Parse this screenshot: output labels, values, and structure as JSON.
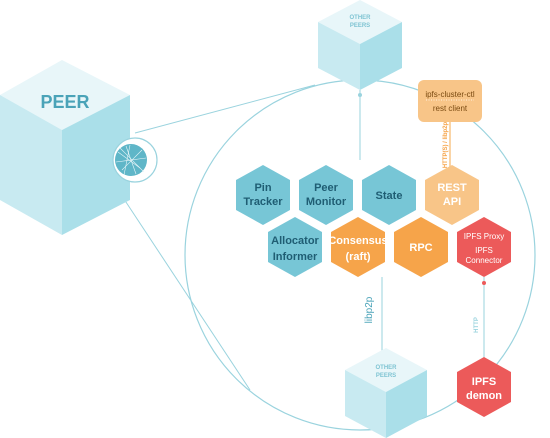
{
  "colors": {
    "blue": "#77c6d6",
    "blue_text": "#1f5d73",
    "orange": "#f6a44a",
    "orange_light": "#f8c588",
    "red": "#ec5a5a",
    "line": "#9ad3de",
    "cube_top": "#e8f6f9",
    "cube_left": "#c8eaf1",
    "cube_right": "#aadfe9"
  },
  "peer_cube": {
    "label": "PEER"
  },
  "other_peers_top": {
    "line1": "OTHER",
    "line2": "PEERS"
  },
  "other_peers_bottom": {
    "line1": "OTHER",
    "line2": "PEERS"
  },
  "hexes": {
    "pin_tracker": {
      "line1": "Pin",
      "line2": "Tracker"
    },
    "peer_monitor": {
      "line1": "Peer",
      "line2": "Monitor"
    },
    "state": {
      "line1": "State"
    },
    "rest_api": {
      "line1": "REST",
      "line2": "API"
    },
    "allocator_informer": {
      "line1": "Allocator",
      "line2": "Informer"
    },
    "consensus": {
      "line1": "Consensus",
      "line2": "(raft)"
    },
    "rpc": {
      "line1": "RPC"
    },
    "ipfs_proxy": {
      "line1": "IPFS Proxy",
      "line2": "IPFS",
      "line3": "Connector"
    },
    "ipfs_daemon": {
      "line1": "IPFS",
      "line2": "demon"
    }
  },
  "client_box": {
    "line1": "ipfs-cluster-ctl",
    "line2": "rest client"
  },
  "connectors": {
    "http_rest": "HTTP(S) / libp2p",
    "libp2p": "libp2p",
    "http_ipfs": "HTTP"
  }
}
